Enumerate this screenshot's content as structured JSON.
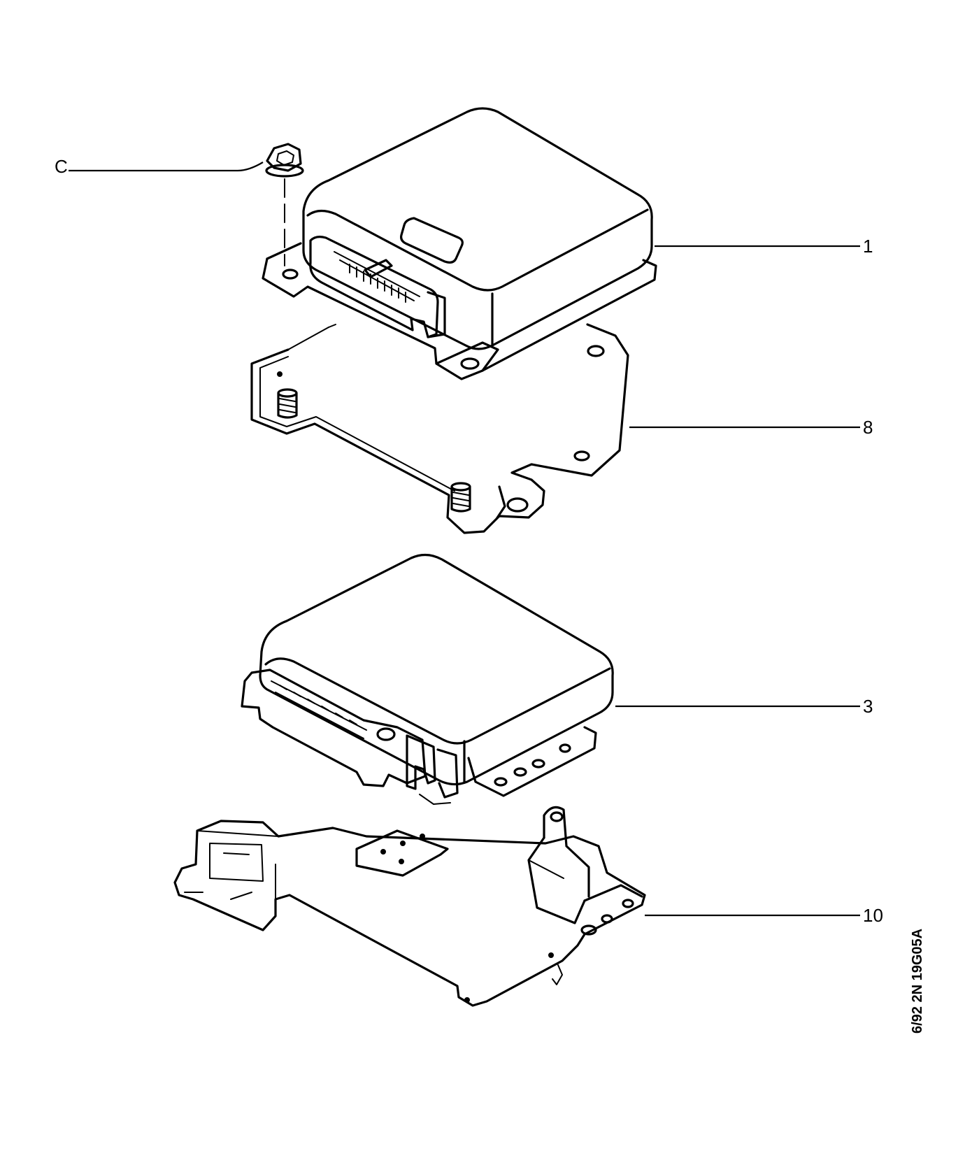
{
  "callouts": {
    "c": "C",
    "ecu_1": "1",
    "plate_8": "8",
    "ecu_3": "3",
    "bracket_10": "10"
  },
  "reference_code": "6/92  2N  19G05A"
}
